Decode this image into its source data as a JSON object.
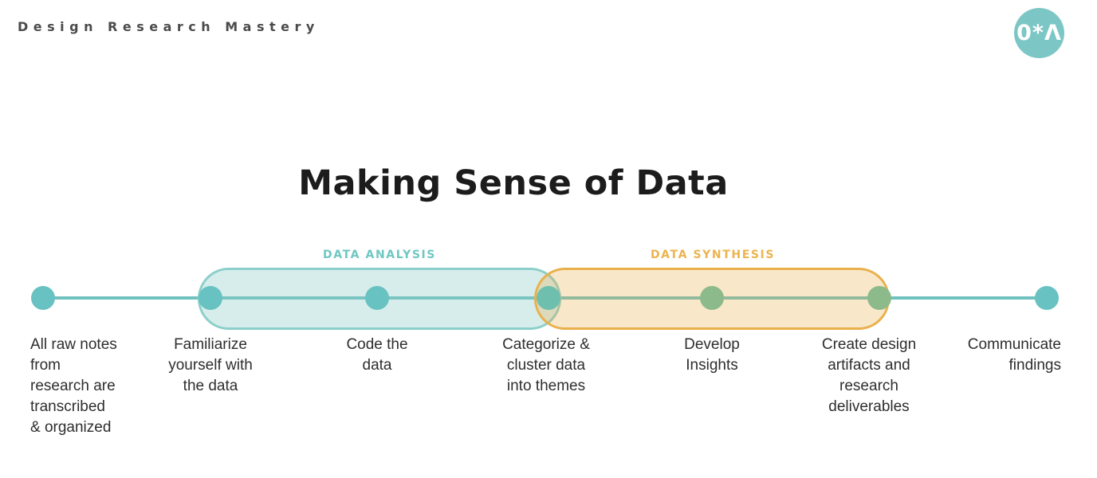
{
  "header": {
    "brand": "Design Research Mastery",
    "logo_text": "0*Λ"
  },
  "title": "Making Sense of Data",
  "timeline": {
    "sections": [
      {
        "label": "DATA ANALYSIS",
        "color": "#6fc7c2"
      },
      {
        "label": "DATA SYNTHESIS",
        "color": "#ecb44e"
      }
    ],
    "steps": [
      {
        "label": "All raw notes\nfrom\nresearch are\ntranscribed\n& organized"
      },
      {
        "label": "Familiarize\nyourself with\nthe data"
      },
      {
        "label": "Code the\ndata"
      },
      {
        "label": "Categorize &\ncluster data\ninto themes"
      },
      {
        "label": "Develop\nInsights"
      },
      {
        "label": "Create design\nartifacts and\nresearch\ndeliverables"
      },
      {
        "label": "Communicate\nfindings"
      }
    ]
  },
  "colors": {
    "teal_line": "#6fc2c0",
    "dot_teal": "#68c2c1",
    "dot_junction": "#6fbfae",
    "dot_green": "#8cba8a",
    "pill_teal_border": "#8ccfca",
    "pill_teal_fill": "#8dcbc659",
    "pill_orange_border": "#e9b04c",
    "pill_orange_fill": "#eba94047",
    "analysis_label": "#6fc7c2",
    "synthesis_label": "#ecb44e",
    "brand_gray": "#4b4b4b",
    "text_dark": "#2e2e2e",
    "title_color": "#1c1c1c",
    "logo_bg": "#7cc7c5"
  }
}
